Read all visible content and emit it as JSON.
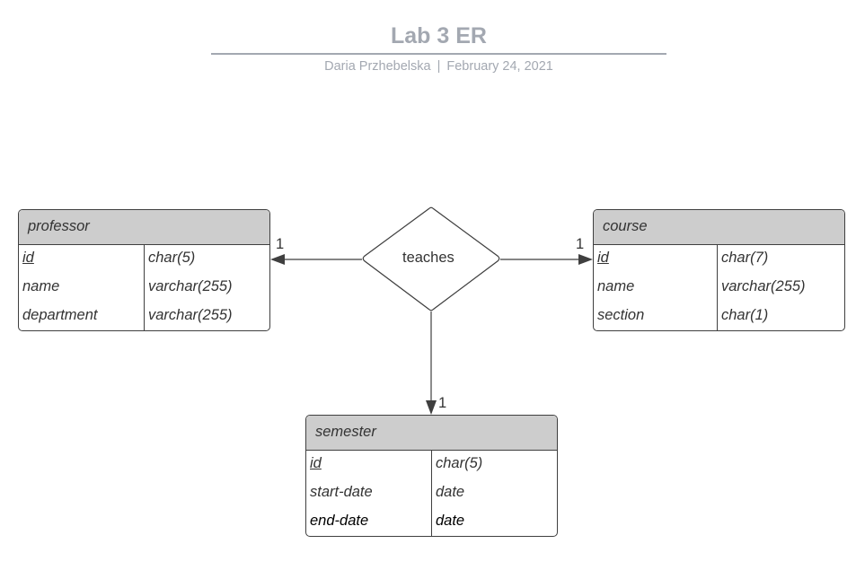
{
  "header": {
    "title": "Lab 3 ER",
    "author": "Daria Przhebelska",
    "separator": "|",
    "date": "February 24, 2021"
  },
  "entities": {
    "professor": {
      "name": "professor",
      "attributes": [
        {
          "field": "id",
          "type": "char(5)",
          "key": true
        },
        {
          "field": "name",
          "type": "varchar(255)",
          "key": false
        },
        {
          "field": "department",
          "type": "varchar(255)",
          "key": false
        }
      ]
    },
    "course": {
      "name": "course",
      "attributes": [
        {
          "field": "id",
          "type": "char(7)",
          "key": true
        },
        {
          "field": "name",
          "type": "varchar(255)",
          "key": false
        },
        {
          "field": "section",
          "type": "char(1)",
          "key": false
        }
      ]
    },
    "semester": {
      "name": "semester",
      "attributes": [
        {
          "field": "id",
          "type": "char(5)",
          "key": true
        },
        {
          "field": "start-date",
          "type": "date",
          "key": false
        },
        {
          "field": "end-date",
          "type": "date",
          "key": false
        }
      ]
    }
  },
  "relationship": {
    "name": "teaches",
    "cardinality_professor": "1",
    "cardinality_course": "1",
    "cardinality_semester": "1"
  },
  "colors": {
    "title": "#a3a8b1",
    "header_fill": "#cdcdcd",
    "stroke": "#3f3f3f"
  }
}
